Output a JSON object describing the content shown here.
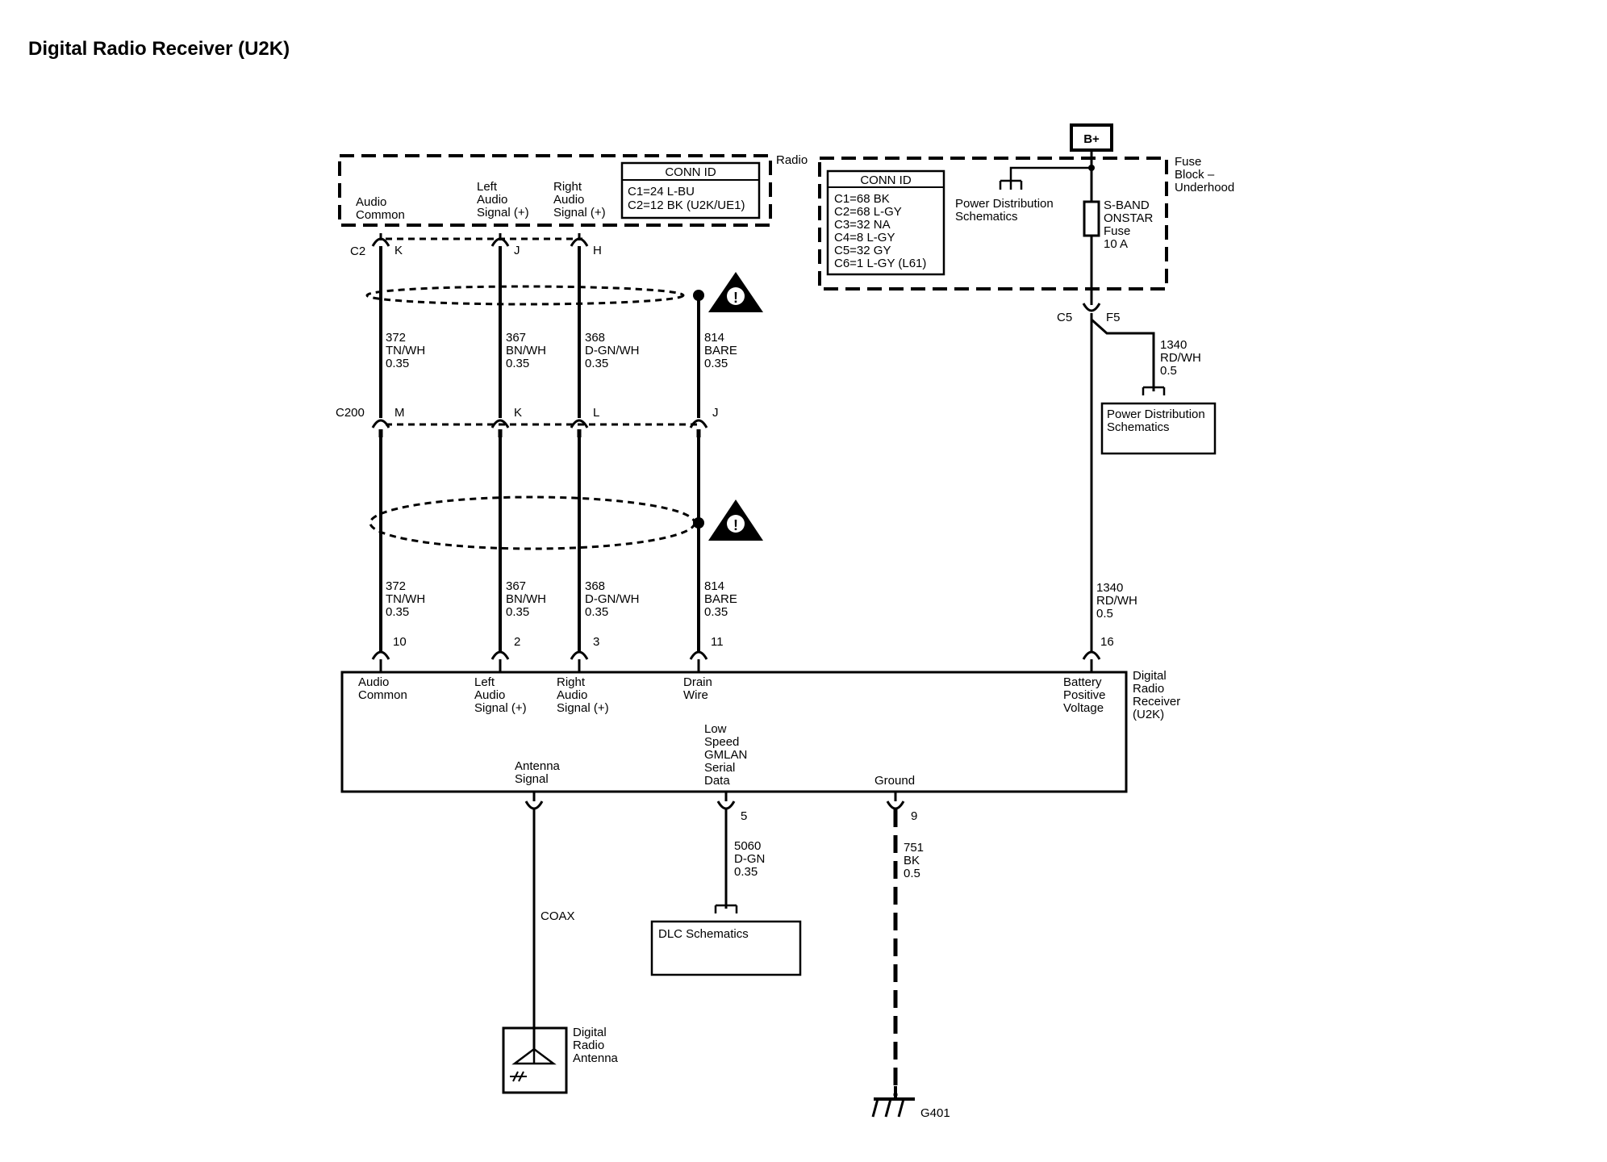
{
  "title": "Digital Radio Receiver (U2K)",
  "radio": {
    "label": "Radio",
    "conn_id_title": "CONN ID",
    "conn_ids": [
      "C1=24 L-BU",
      "C2=12 BK (U2K/UE1)"
    ],
    "connector": "C2",
    "pins": [
      {
        "name": [
          "Audio",
          "Common"
        ],
        "pin": "K"
      },
      {
        "name": [
          "Left",
          "Audio",
          "Signal (+)"
        ],
        "pin": "J"
      },
      {
        "name": [
          "Right",
          "Audio",
          "Signal (+)"
        ],
        "pin": "H"
      }
    ]
  },
  "fuse_block": {
    "label": [
      "Fuse",
      "Block –",
      "Underhood"
    ],
    "battery": "B+",
    "conn_id_title": "CONN ID",
    "conn_ids": [
      "C1=68 BK",
      "C2=68 L-GY",
      "C3=32 NA",
      "C4=8 L-GY",
      "C5=32 GY",
      "C6=1 L-GY (L61)"
    ],
    "power_dist": [
      "Power Distribution",
      "Schematics"
    ],
    "fuse": [
      "S-BAND",
      "ONSTAR",
      "Fuse",
      "10 A"
    ],
    "connector": "C5",
    "pin": "F5"
  },
  "upper_wires": [
    {
      "circuit": "372",
      "color": "TN/WH",
      "size": "0.35"
    },
    {
      "circuit": "367",
      "color": "BN/WH",
      "size": "0.35"
    },
    {
      "circuit": "368",
      "color": "D-GN/WH",
      "size": "0.35"
    },
    {
      "circuit": "814",
      "color": "BARE",
      "size": "0.35"
    }
  ],
  "inline_connector": {
    "name": "C200",
    "pins": [
      "M",
      "K",
      "L",
      "J"
    ]
  },
  "lower_wires": [
    {
      "circuit": "372",
      "color": "TN/WH",
      "size": "0.35"
    },
    {
      "circuit": "367",
      "color": "BN/WH",
      "size": "0.35"
    },
    {
      "circuit": "368",
      "color": "D-GN/WH",
      "size": "0.35"
    },
    {
      "circuit": "814",
      "color": "BARE",
      "size": "0.35"
    }
  ],
  "splice_wire": {
    "circuit": "1340",
    "color": "RD/WH",
    "size": "0.5"
  },
  "power_dist_box": [
    "Power Distribution",
    "Schematics"
  ],
  "battery_wire": {
    "circuit": "1340",
    "color": "RD/WH",
    "size": "0.5"
  },
  "receiver": {
    "label": [
      "Digital",
      "Radio",
      "Receiver",
      "(U2K)"
    ],
    "top_pins": [
      {
        "pin": "10",
        "name": [
          "Audio",
          "Common"
        ]
      },
      {
        "pin": "2",
        "name": [
          "Left",
          "Audio",
          "Signal (+)"
        ]
      },
      {
        "pin": "3",
        "name": [
          "Right",
          "Audio",
          "Signal (+)"
        ]
      },
      {
        "pin": "11",
        "name": [
          "Drain",
          "Wire"
        ]
      },
      {
        "pin": "16",
        "name": [
          "Battery",
          "Positive",
          "Voltage"
        ]
      }
    ],
    "bottom_labels": {
      "antenna": [
        "Antenna",
        "Signal"
      ],
      "gmlan": [
        "Low",
        "Speed",
        "GMLAN",
        "Serial",
        "Data"
      ],
      "ground": [
        "Ground"
      ]
    },
    "bottom_pins": {
      "gmlan": "5",
      "ground": "9"
    }
  },
  "coax_label": "COAX",
  "antenna": [
    "Digital",
    "Radio",
    "Antenna"
  ],
  "dlc_wire": {
    "circuit": "5060",
    "color": "D-GN",
    "size": "0.35"
  },
  "dlc_box": "DLC Schematics",
  "ground_wire": {
    "circuit": "751",
    "color": "BK",
    "size": "0.5"
  },
  "ground_point": "G401",
  "warning_symbol": "!"
}
